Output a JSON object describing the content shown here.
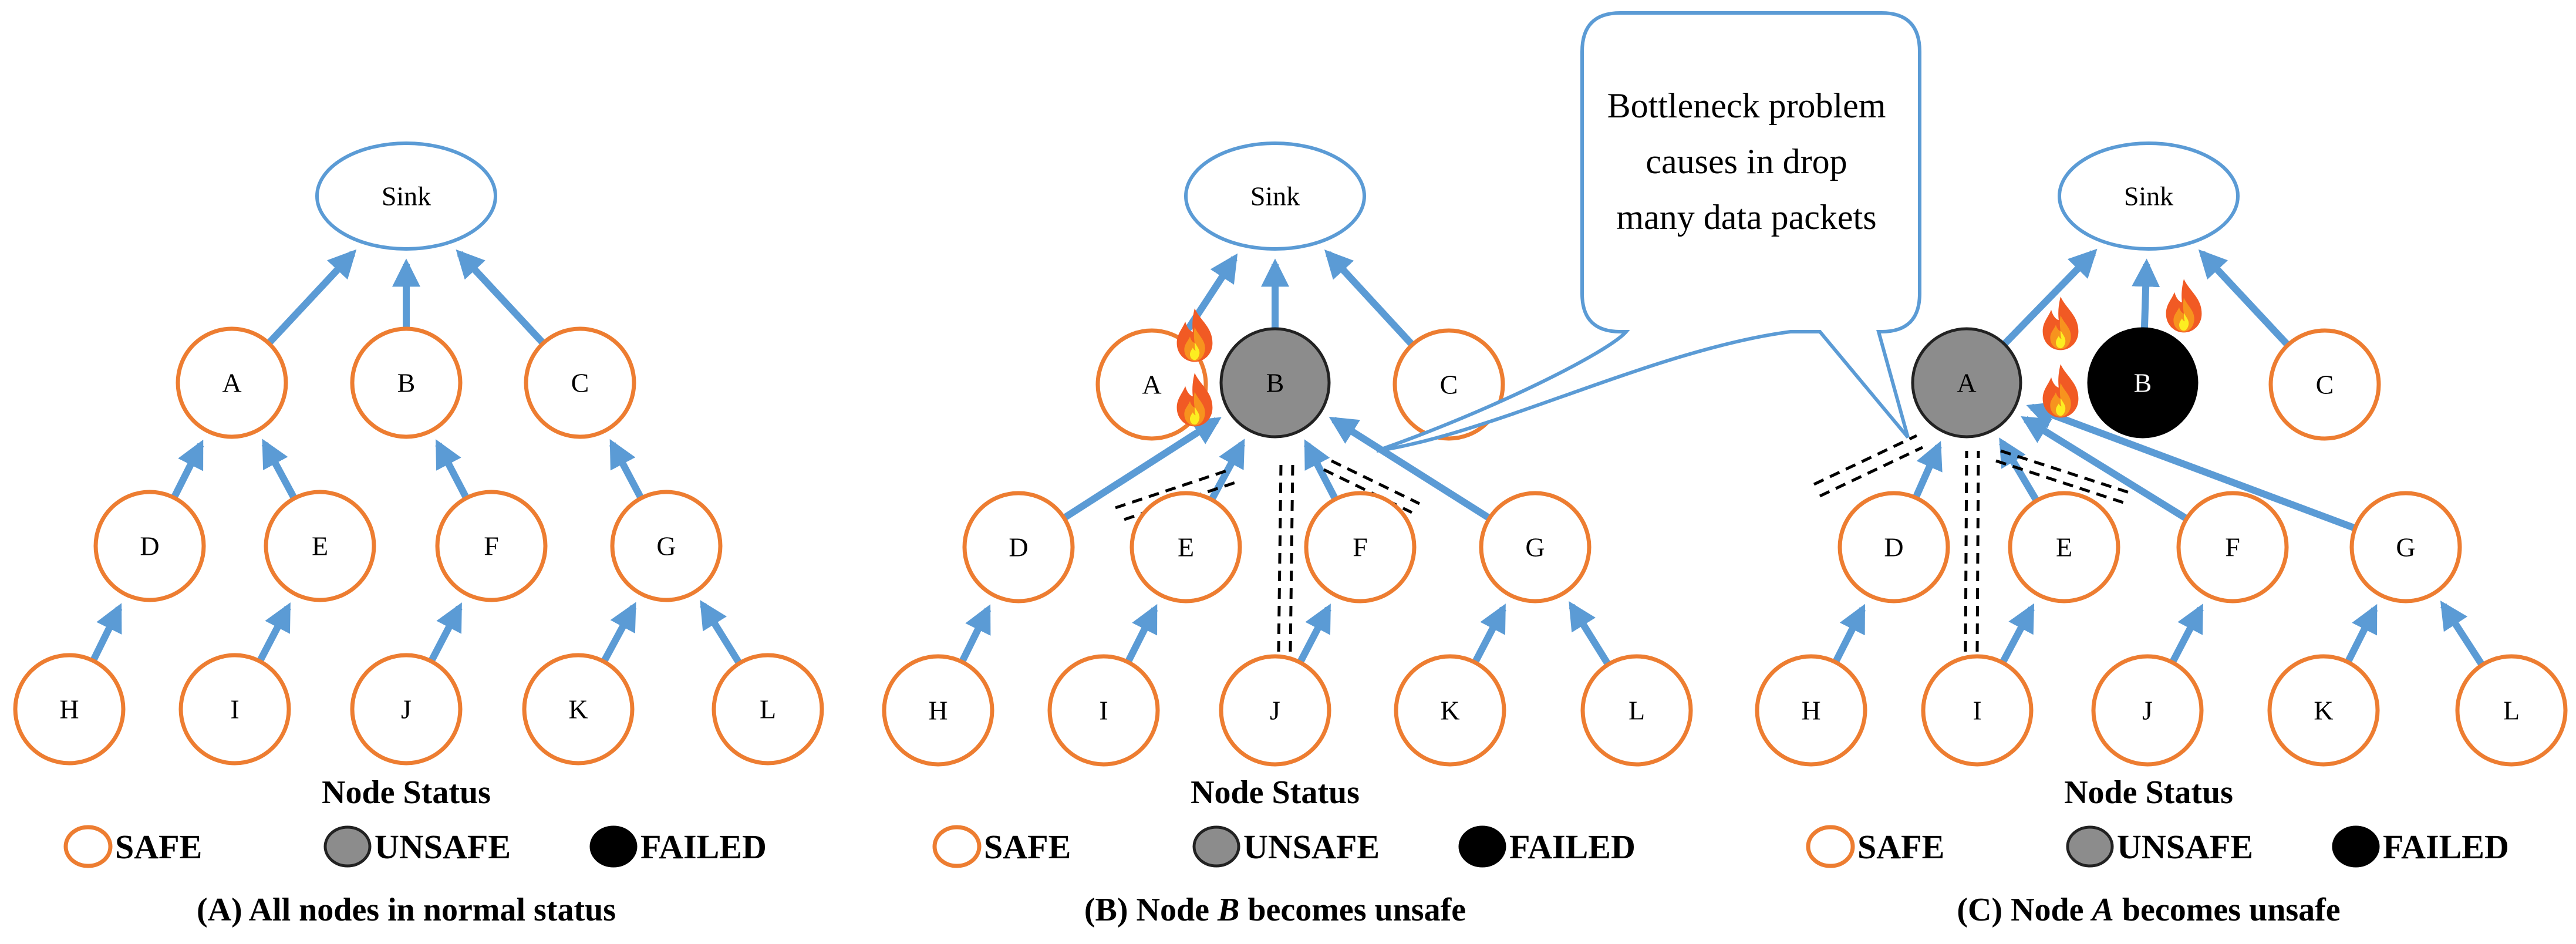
{
  "panels": [
    {
      "id": "A",
      "caption_prefix": "(A) All nodes in normal status",
      "caption_italic": "",
      "caption_suffix": "",
      "nodes": {
        "Sink": "Sink",
        "A": "A",
        "B": "B",
        "C": "C",
        "D": "D",
        "E": "E",
        "F": "F",
        "G": "G",
        "H": "H",
        "I": "I",
        "J": "J",
        "K": "K",
        "L": "L"
      },
      "status": {}
    },
    {
      "id": "B",
      "caption_prefix": "(B) Node ",
      "caption_italic": "B",
      "caption_suffix": " becomes unsafe",
      "nodes": {
        "Sink": "Sink",
        "A": "A",
        "B": "B",
        "C": "C",
        "D": "D",
        "E": "E",
        "F": "F",
        "G": "G",
        "H": "H",
        "I": "I",
        "J": "J",
        "K": "K",
        "L": "L"
      },
      "status": {
        "B": "unsafe"
      }
    },
    {
      "id": "C",
      "caption_prefix": "(C) Node ",
      "caption_italic": "A",
      "caption_suffix": " becomes unsafe",
      "nodes": {
        "Sink": "Sink",
        "A": "A",
        "B": "B",
        "C": "C",
        "D": "D",
        "E": "E",
        "F": "F",
        "G": "G",
        "H": "H",
        "I": "I",
        "J": "J",
        "K": "K",
        "L": "L"
      },
      "status": {
        "A": "unsafe",
        "B": "failed"
      }
    }
  ],
  "legend": {
    "title": "Node Status",
    "safe": "SAFE",
    "unsafe": "UNSAFE",
    "failed": "FAILED"
  },
  "callout": {
    "lines": [
      "Bottleneck problem",
      "causes in drop",
      "many data packets"
    ]
  },
  "icons": {
    "fire": "fire-icon"
  },
  "colors": {
    "edge": "#5b9bd5",
    "safe_border": "#ed7d31",
    "unsafe_fill": "#8c8c8c",
    "failed_fill": "#000000"
  }
}
